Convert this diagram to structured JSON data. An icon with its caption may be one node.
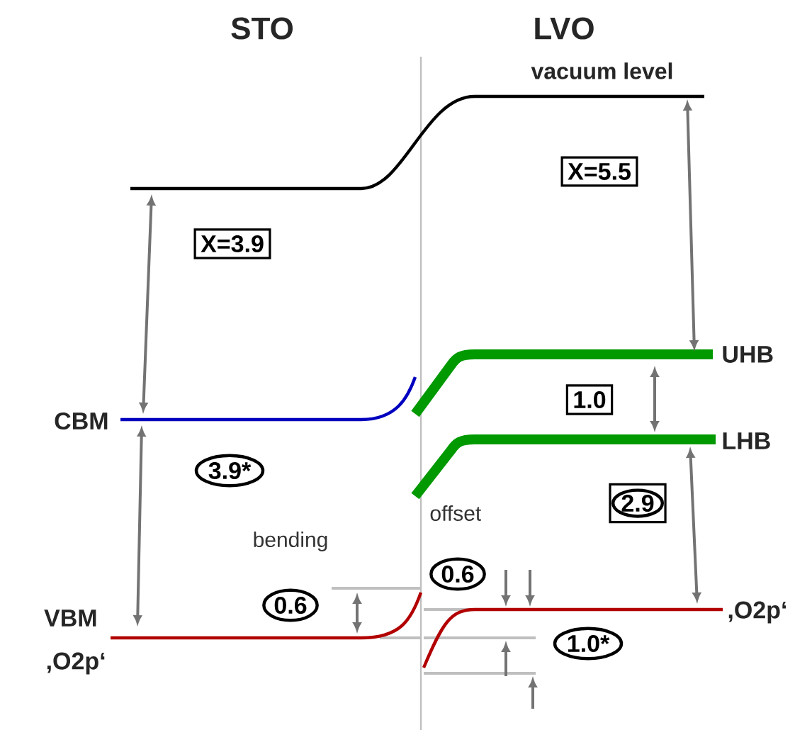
{
  "diagram": {
    "nodes": [
      {
        "text": [
          "X=5.5"
        ]
      },
      {
        "text": [
          "X=3.9"
        ]
      },
      {
        "text": [
          "1.0"
        ]
      },
      {
        "text": [
          "3.9*"
        ]
      },
      {
        "text": [
          "2.9"
        ]
      },
      {
        "text": [
          "0.6"
        ]
      },
      {
        "text": [
          "0.6"
        ]
      },
      {
        "text": [
          "1.0*"
        ]
      }
    ],
    "labels": [
      "STO",
      "LVO",
      "vacuum level",
      "UHB",
      "CBM",
      "LHB",
      "offset",
      "bending",
      "VBM",
      ",O2p‘",
      ",O2p‘"
    ]
  }
}
